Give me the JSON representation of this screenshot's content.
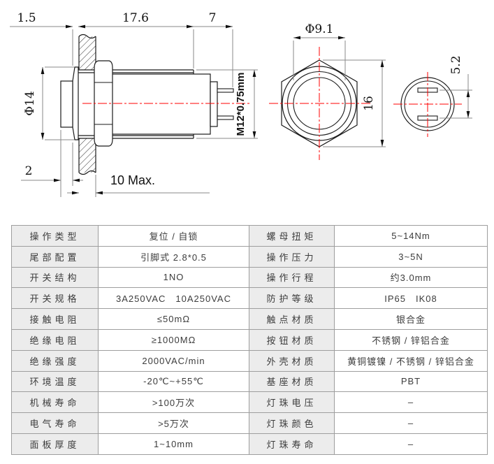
{
  "drawing": {
    "side_view": {
      "dim_flange_protrusion": "1.5",
      "dim_body_length": "17.6",
      "dim_pin_length": "7",
      "dim_head_diameter": "Φ14",
      "dim_bezel": "2",
      "dim_panel_thickness": "10 Max.",
      "dim_thread": "M12*0.75mm"
    },
    "front_view": {
      "dim_button_diameter": "Φ9.1",
      "dim_hex_size": "16"
    },
    "rear_view": {
      "dim_pin_spacing": "5.2"
    }
  },
  "spec_table": {
    "rows": [
      {
        "left_label": "操作类型",
        "left_value": "复位 / 自锁",
        "right_label": "螺母扭矩",
        "right_value": "5~14Nm"
      },
      {
        "left_label": "尾部配置",
        "left_value": "引脚式 2.8*0.5",
        "right_label": "操作压力",
        "right_value": "3~5N"
      },
      {
        "left_label": "开关结构",
        "left_value": "1NO",
        "right_label": "操作行程",
        "right_value": "约3.0mm"
      },
      {
        "left_label": "开关规格",
        "left_value": "3A250VAC　10A250VAC",
        "right_label": "防护等级",
        "right_value": "IP65　IK08"
      },
      {
        "left_label": "接触电阻",
        "left_value": "≤50mΩ",
        "right_label": "触点材质",
        "right_value": "银合金"
      },
      {
        "left_label": "绝缘电阻",
        "left_value": "≥1000MΩ",
        "right_label": "按钮材质",
        "right_value": "不锈钢 / 锌铝合金"
      },
      {
        "left_label": "绝缘强度",
        "left_value": "2000VAC/min",
        "right_label": "外壳材质",
        "right_value": "黄铜镀镍 / 不锈钢 / 锌铝合金"
      },
      {
        "left_label": "环境温度",
        "left_value": "-20℃~+55℃",
        "right_label": "基座材质",
        "right_value": "PBT"
      },
      {
        "left_label": "机械寿命",
        "left_value": ">100万次",
        "right_label": "灯珠电压",
        "right_value": "–"
      },
      {
        "left_label": "电气寿命",
        "left_value": ">5万次",
        "right_label": "灯珠颜色",
        "right_value": "–"
      },
      {
        "left_label": "面板厚度",
        "left_value": "1~10mm",
        "right_label": "灯珠寿命",
        "right_value": "–"
      }
    ]
  },
  "colors": {
    "centerline": "#ff0000",
    "drawing_line": "#1a1a1a",
    "dimension_line": "#8a8a8a",
    "table_border": "#9e9e9e",
    "label_cell_bg": "#ececec",
    "text": "#3c3c3c"
  }
}
